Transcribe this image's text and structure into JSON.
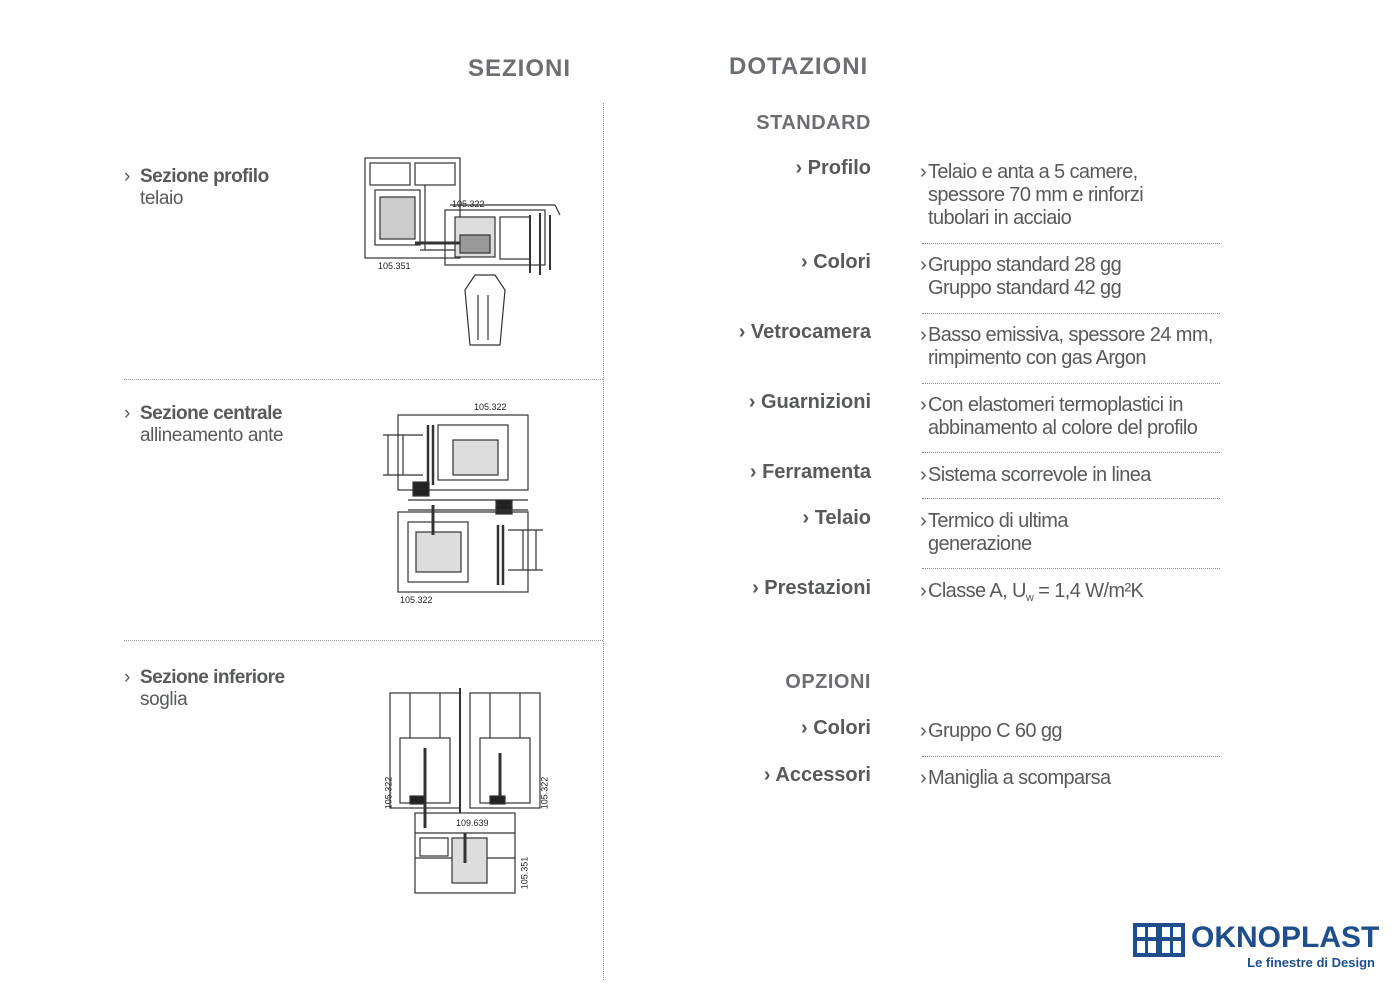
{
  "left": {
    "title": "SEZIONI",
    "sections": [
      {
        "title": "Sezione profilo",
        "subtitle": "telaio",
        "codes": [
          "105.322",
          "105.351"
        ]
      },
      {
        "title": "Sezione centrale",
        "subtitle": "allineamento ante",
        "codes": [
          "105.322",
          "105.322"
        ]
      },
      {
        "title": "Sezione inferiore",
        "subtitle": "soglia",
        "codes": [
          "105.322",
          "105.322",
          "109.639",
          "105.351"
        ]
      }
    ],
    "chevron": "›"
  },
  "right": {
    "title": "DOTAZIONI",
    "standard": {
      "heading": "STANDARD",
      "rows": [
        {
          "label": "Profilo",
          "value": "Telaio  e anta a 5 camere,\nspessore 70 mm e rinforzi\ntubolari in acciaio"
        },
        {
          "label": "Colori",
          "value": "Gruppo standard 28 gg\nGruppo standard 42 gg"
        },
        {
          "label": "Vetrocamera",
          "value": "Basso emissiva, spessore 24 mm,\nrimpimento con gas Argon"
        },
        {
          "label": "Guarnizioni",
          "value": "Con elastomeri termoplastici in\nabbinamento al colore del profilo"
        },
        {
          "label": "Ferramenta",
          "value": "Sistema scorrevole in linea"
        },
        {
          "label": "Telaio",
          "value": "Termico di ultima\ngenerazione"
        },
        {
          "label": "Prestazioni",
          "value_pre": "Classe A, U",
          "value_sub": "w",
          "value_post": " = 1,4 W/m²K"
        }
      ]
    },
    "opzioni": {
      "heading": "OPZIONI",
      "rows": [
        {
          "label": "Colori",
          "value": "Gruppo C 60 gg"
        },
        {
          "label": "Accessori",
          "value": "Maniglia a scomparsa"
        }
      ]
    }
  },
  "logo": {
    "brand": "OKNOPLAST",
    "tagline": "Le finestre di Design",
    "color": "#1f4e8c"
  }
}
